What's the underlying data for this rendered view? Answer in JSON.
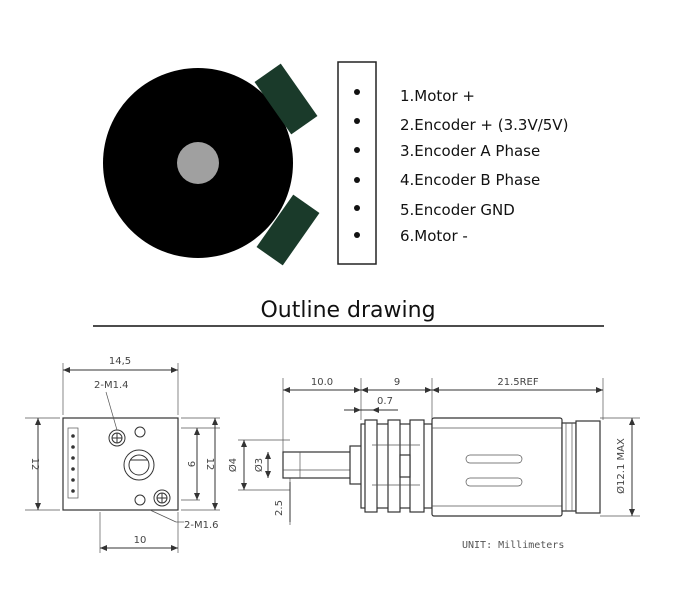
{
  "connector": {
    "pins": [
      {
        "label": "1.Motor +"
      },
      {
        "label": "2.Encoder + (3.3V/5V)"
      },
      {
        "label": "3.Encoder A Phase"
      },
      {
        "label": "4.Encoder B Phase"
      },
      {
        "label": "5.Encoder GND"
      },
      {
        "label": "6.Motor -"
      }
    ]
  },
  "section_title": "Outline drawing",
  "front_view": {
    "dim_width_top": "14,5",
    "dim_screw_top": "2-M1.4",
    "dim_height_left": "12",
    "dim_inner_9": "9",
    "dim_height_right": "12",
    "dim_bottom_10": "10",
    "dim_screw_bottom": "2-M1.6"
  },
  "side_view": {
    "dim_shaft_len": "10.0",
    "dim_gearbox": "9",
    "dim_motor": "21.5REF",
    "dim_gap": "0.7",
    "dim_dia4": "Ø4",
    "dim_dia3": "Ø3",
    "dim_flat": "2.5",
    "dim_dia_max": "Ø12.1 MAX",
    "unit": "UNIT: Millimeters"
  },
  "colors": {
    "magnet_disc": "#000000",
    "hub": "#a0a0a0",
    "hall_sensor": "#1a3a2a"
  }
}
